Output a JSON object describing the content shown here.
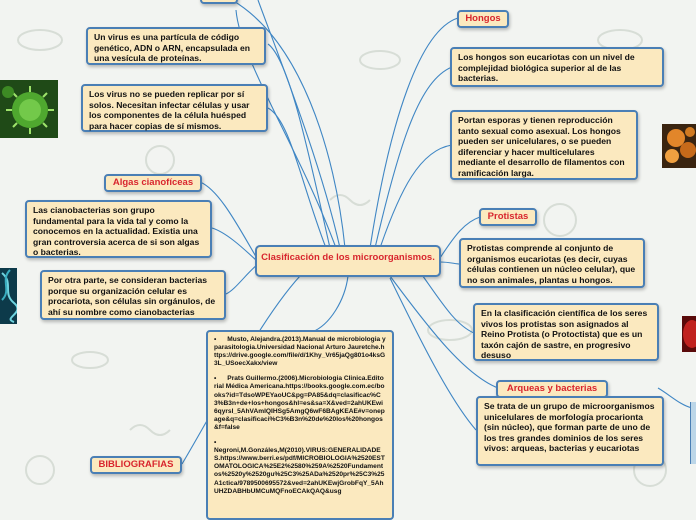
{
  "center": {
    "title": "Clasificación de los microorganismos."
  },
  "virus": [
    {
      "text": "Un virus es una partícula de código genético, ADN o ARN, encapsulada en una vesícula de proteínas."
    },
    {
      "text": "Los virus no se pueden replicar por sí solos. Necesitan infectar células y usar los componentes de la célula huésped para hacer copias de sí mismos."
    }
  ],
  "algas": {
    "label": "Algas cianofíceas",
    "texts": [
      "Las cianobacterias son grupo fundamental para la vida tal y como la conocemos en la actualidad. Existia una gran controversia acerca de si son algas o bacterias.",
      "Por otra parte, se consideran bacterias porque su organización celular es procariota, son células sin orgánulos, de ahí su nombre como cianobacterias"
    ]
  },
  "hongos": {
    "label": "Hongos",
    "texts": [
      "Los hongos son eucariotas con un nivel de complejidad biológica superior al de las bacterias.",
      "Portan esporas y tienen reproducción tanto sexual como asexual. Los hongos pueden ser unicelulares, o se pueden diferenciar y hacer multicelulares mediante el desarrollo de filamentos con ramificación larga."
    ]
  },
  "protistas": {
    "label": "Protistas",
    "texts": [
      "Protistas comprende al conjunto de organismos eucariotas (es decir, cuyas células contienen un núcleo celular), que no son animales, plantas u hongos.",
      "En la clasificación científica de los seres vivos los protistas son asignados al Reino Protista (o Protoctista) que es un taxón cajón de sastre, en progresivo desuso"
    ]
  },
  "arqueas": {
    "label": "Arqueas y bacterias",
    "texts": [
      "Se trata de un grupo de microorganismos unicelulares de morfología procarionta (sin núcleo), que forman parte de uno de los tres grandes dominios de los seres vivos: arqueas, bacterias y eucariotas"
    ]
  },
  "bibliografias": {
    "label": "BIBLIOGRAFIAS",
    "refs": [
      "•      Musto, Alejandra.(2013).Manual de microbiologia y parasitologia.Universidad Nacional Arturo Jauretche.https://drive.google.com/file/d/1Khy_Vr65jaQg801o4ksG3L_USoecXakx/view",
      "•      Prats Guillermo.(2006).Microbiologia Clinica.Editorial Médica Americana.https://books.google.com.ec/books?id=TdsoWPEYaoUC&pg=PA85&dq=clasificac%C3%B3n+de+los+hongos&hl=es&sa=X&ved=2ahUKEwi6qyrsI_5AhVAmIQIHSg5AmgQ6wF6BAgKEAE#v=onepage&q=clasificaci%C3%B3n%20de%20los%20hongos&f=false",
      "•\nNegroni,M.Gonzáles,M(2010).VIRUS:GENERALIDADES.https://www.berri.es/pdf/MICROBIOLOGIA%2520ESTOMATOLOGICA%25E2%2580%259A%2520Fundamentos%2520y%2520gu%25C3%25ADa%2520pr%25C3%25A1ctica/9789500695572&ved=2ahUKEwjGrobFqY_5AhUHZDABHbUMCuMQFnoECAkQAQ&usg"
    ]
  },
  "colors": {
    "accent_label": "#d8262e",
    "node_fill": "#fbe9bf",
    "node_border": "#4a7fb5",
    "connector": "#3f86c4"
  },
  "decor": [
    "green-virus-image",
    "teal-bacteria-image",
    "orange-fungi-image",
    "red-protist-image",
    "blue-archaea-image"
  ]
}
